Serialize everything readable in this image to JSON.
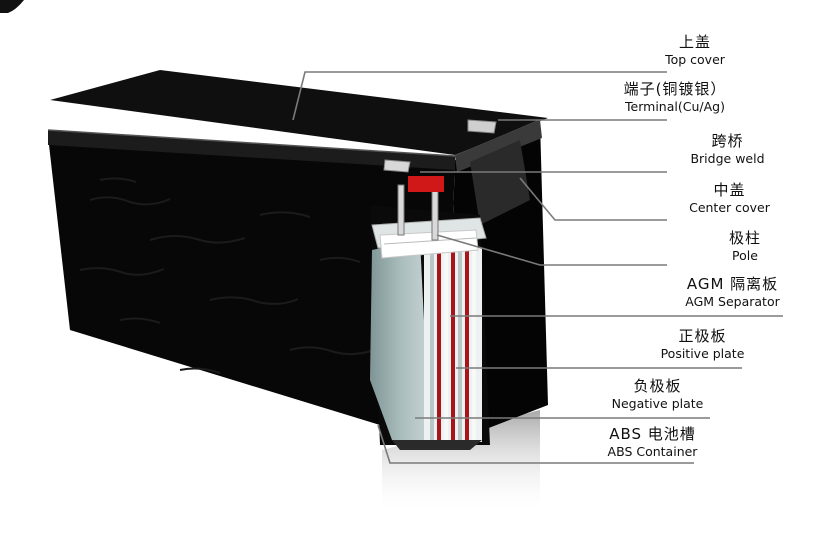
{
  "labels": [
    {
      "cn": "上盖",
      "en": "Top cover"
    },
    {
      "cn": "端子(铜镀银）",
      "en": "Terminal(Cu/Ag)"
    },
    {
      "cn": "跨桥",
      "en": "Bridge weld"
    },
    {
      "cn": "中盖",
      "en": "Center cover"
    },
    {
      "cn": "极柱",
      "en": "Pole"
    },
    {
      "cn": "AGM 隔离板",
      "en": "AGM Separator"
    },
    {
      "cn": "正极板",
      "en": "Positive plate"
    },
    {
      "cn": "负极板",
      "en": "Negative plate"
    },
    {
      "cn": "ABS 电池槽",
      "en": "ABS Container"
    }
  ],
  "colors": {
    "battery_body": "#070707",
    "battery_top": "#0f0f0f",
    "separator": "#f2f4f4",
    "positive_plate": "#a8141a",
    "negative_plate": "#9fb2b2",
    "bridge_weld": "#d01818",
    "leader_line": "#7a7a7a"
  }
}
